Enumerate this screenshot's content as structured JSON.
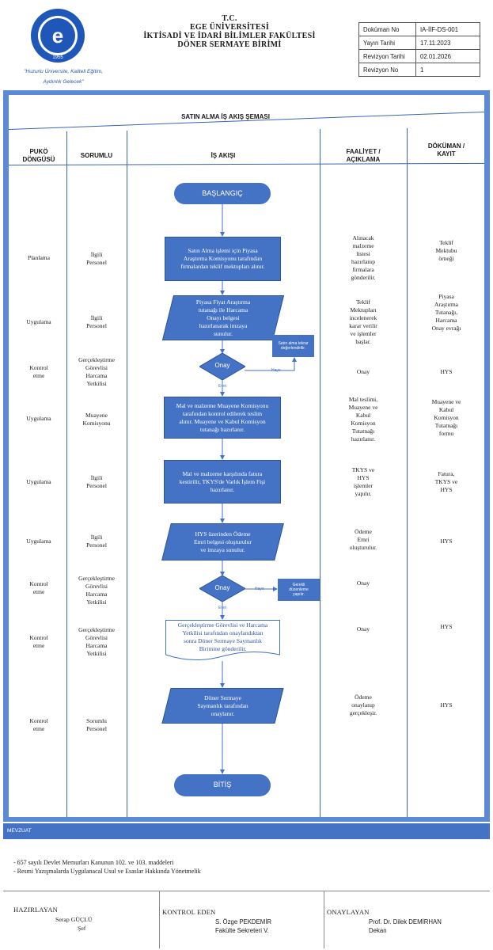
{
  "header": {
    "line1": "T.C.",
    "line2": "EGE ÜNİVERSİTESİ",
    "line3": "İKTİSADİ VE İDARİ BİLİMLER FAKÜLTESİ",
    "line4": "DÖNER SERMAYE BİRİMİ",
    "motto_line1": "\"Huzurlu Üniversite, Kaliteli Eğitim,",
    "motto_line2": "Aydınlık Gelecek\"",
    "logo_year": "1955"
  },
  "doc_meta": [
    {
      "label": "Doküman No",
      "value": "IA-İİF-DS-001"
    },
    {
      "label": "Yayın Tarihi",
      "value": "17.11.2023"
    },
    {
      "label": "Revizyon Tarihi",
      "value": "02.01.2026"
    },
    {
      "label": "Revizyon No",
      "value": "1"
    }
  ],
  "chart": {
    "title": "SATIN ALMA İŞ AKIŞ ŞEMASI",
    "columns": {
      "puko": [
        "PUKÖ",
        "DÖNGÜSÜ"
      ],
      "sorumlu": "SORUMLU",
      "is_akisi": "İŞ AKIŞI",
      "faaliyet": [
        "FAALİYET /",
        "AÇIKLAMA"
      ],
      "dokuman": [
        "DÖKÜMAN /",
        "KAYIT"
      ]
    },
    "rows": [
      {
        "puko": [
          "Planlama"
        ],
        "sorumlu": [
          "İlgili",
          "Personel"
        ],
        "faaliyet": [
          "Alınacak",
          "malzeme",
          "listesi",
          "hazırlanıp",
          "firmalara",
          "gönderilir."
        ],
        "dokuman": [
          "Teklif",
          "Mektubu",
          "örneği"
        ]
      },
      {
        "puko": [
          "Uygulama"
        ],
        "sorumlu": [
          "İlgili",
          "Personel"
        ],
        "faaliyet": [
          "Teklif",
          "Mektupları",
          "incelenerek",
          "karar verilir",
          "ve işlemler",
          "başlar."
        ],
        "dokuman": [
          "Piyasa",
          "Araştırma",
          "Tutanağı,",
          "Harcama",
          "Onay evrağı"
        ]
      },
      {
        "puko": [
          "Kontrol",
          "etme"
        ],
        "sorumlu": [
          "Gerçekleştirme",
          "Görevlisi",
          "Harcama",
          "Yetkilisi"
        ],
        "faaliyet": [
          "Onay"
        ],
        "dokuman": [
          "HYS"
        ]
      },
      {
        "puko": [
          "Uygulama"
        ],
        "sorumlu": [
          "Muayene",
          "Komisyonu"
        ],
        "faaliyet": [
          "Mal teslimi,",
          "Muayene ve",
          "Kabul",
          "Komisyon",
          "Tutatnağı",
          "hazırlanır."
        ],
        "dokuman": [
          "Muayene ve",
          "Kabul",
          "Komisyon",
          "Tutatnağı",
          "formu"
        ]
      },
      {
        "puko": [
          "Uygulama"
        ],
        "sorumlu": [
          "İlgili",
          "Personel"
        ],
        "faaliyet": [
          "TKYS ve",
          "HYS",
          "işlemler",
          "yapılır."
        ],
        "dokuman": [
          "Fatura,",
          "TKYS ve",
          "HYS"
        ]
      },
      {
        "puko": [
          "Uygulama"
        ],
        "sorumlu": [
          "İlgili",
          "Personel"
        ],
        "faaliyet": [
          "Ödeme",
          "Emri",
          "oluşturulur."
        ],
        "dokuman": [
          "HYS"
        ]
      },
      {
        "puko": [
          "Kontrol",
          "etme"
        ],
        "sorumlu": [
          "Gerçekleştirme",
          "Görevlisi",
          "Harcama",
          "Yetkilisi"
        ],
        "faaliyet": [
          "Onay"
        ],
        "dokuman": []
      },
      {
        "puko": [
          "Kontrol",
          "etme"
        ],
        "sorumlu": [
          "Gerçekleştirme",
          "Görevlisi",
          "Harcama",
          "Yetkilisi"
        ],
        "faaliyet": [
          "Onay"
        ],
        "dokuman": [
          "HYS"
        ]
      },
      {
        "puko": [
          "Kontrol",
          "etme"
        ],
        "sorumlu": [
          "Sorumlu",
          "Personel"
        ],
        "faaliyet": [
          "Ödeme",
          "onaylanıp",
          "gerçekleşir."
        ],
        "dokuman": [
          "HYS"
        ]
      }
    ],
    "flow": {
      "start": "BAŞLANGIÇ",
      "step1": [
        "Satın Alma işlemi için Piyasa",
        "Araştırma Komisyonu tarafından",
        "firmalardan teklif mektupları alınır."
      ],
      "step2": [
        "Piyasa Fiyat Araştırma",
        "tutanağı ile Harcama",
        "Onayı belgesi",
        "hazırlanarak imzaya",
        "sunulur."
      ],
      "decision1": "Onay",
      "decision1_no": "Hayır",
      "decision1_yes": "Evet",
      "reject1": [
        "Satın alma tekrar",
        "değerlendirilir."
      ],
      "step3": [
        "Mal ve malzeme Muayene Komisyonu",
        "tarafından kontrol edilerek teslim",
        "alınır. Muayene ve Kabul Komisyon",
        "tutanağı  hazırlanır."
      ],
      "step4": [
        "Mal ve malzeme karşılında fatura",
        "kestirilir, TKYS'de Varlık İşlem Fişi",
        "hazırlanır."
      ],
      "step5": [
        "HYS üzerinden Ödeme",
        "Emri belgesi oluşturulur",
        "ve imzaya sunulur."
      ],
      "decision2": "Onay",
      "decision2_no": "Hayır",
      "decision2_yes": "Evet",
      "reject2": [
        "Gerekli",
        "düzenleme",
        "yapılır."
      ],
      "document": [
        "Gerçekleştirme Görevlisi ve Harcama",
        "Yetkilisi tarafından onaylandıktan",
        "sonra Döner Sermaye Saymanlık",
        "Birimine gönderilir."
      ],
      "step6": [
        "Döner Sermaye",
        "Saymanlık tarafından",
        "onaylanır."
      ],
      "end": "BİTİŞ"
    }
  },
  "mevzuat": {
    "title": "MEVZUAT",
    "items": [
      "- 657 sayılı Devlet Memurları Kanunun 102. ve 103. maddeleri",
      "- Resmi Yazışmalarda Uygulanacal Usul ve Esaslar Hakkında Yönetmelik"
    ]
  },
  "signatures": [
    {
      "role": "HAZIRLAYAN",
      "name": "Serap GÜÇLÜ",
      "title": "Şef"
    },
    {
      "role": "KONTROL EDEN",
      "name": "S. Özge PEKDEMİR",
      "title": "Fakülte Sekreteri V."
    },
    {
      "role": "ONAYLAYAN",
      "name": "Prof. Dr. Dilek DEMİRHAN",
      "title": "Dekan"
    }
  ],
  "colors": {
    "accent": "#4472c4",
    "frame": "#5b8ad6",
    "line": "#3a64b8"
  }
}
